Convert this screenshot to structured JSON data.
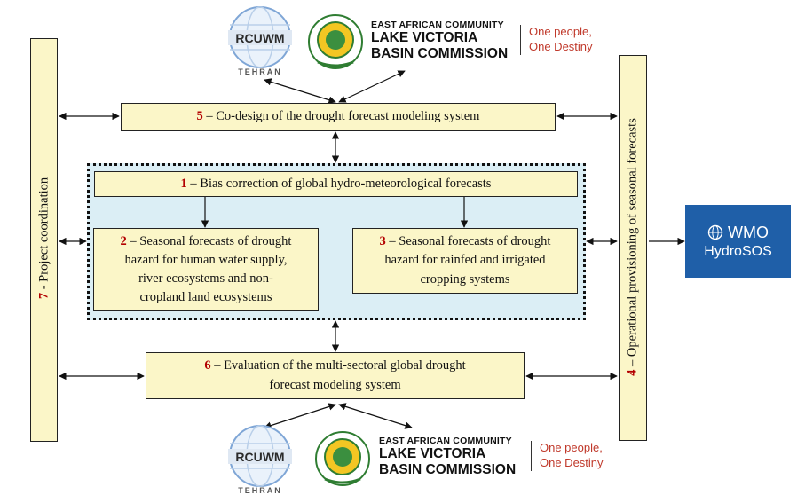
{
  "boxes": {
    "b5": {
      "num": "5",
      "text": " – Co-design of the drought  forecast modeling system"
    },
    "b1": {
      "num": "1",
      "text": " – Bias correction of global hydro-meteorological forecasts"
    },
    "b2": {
      "num": "2",
      "l1": " – Seasonal  forecasts of drought",
      "l2": "hazard  for human  water supply,",
      "l3": "river ecosystems and non-",
      "l4": "cropland land ecosystems"
    },
    "b3": {
      "num": "3",
      "l1": " – Seasonal  forecasts of drought",
      "l2": "hazard  for rainfed and  irrigated",
      "l3": "cropping  systems"
    },
    "b6": {
      "num": "6",
      "l1": " – Evaluation  of the multi-sectoral global drought",
      "l2": "forecast modeling system"
    },
    "b7": {
      "num": "7",
      "text": " - Project coordination"
    },
    "b4": {
      "num": "4",
      "text": " – Operational provisioning  of seasonal forecasts"
    }
  },
  "logos": {
    "rcuwm": {
      "letters": "RCUWM",
      "city": "TEHRAN"
    },
    "eac": {
      "small": "EAST AFRICAN COMMUNITY",
      "line1": "LAKE VICTORIA",
      "line2": "BASIN COMMISSION"
    },
    "motto": {
      "line1": "One people,",
      "line2": "One Destiny"
    },
    "wmo": {
      "line1": "WMO",
      "line2": "HydroSOS"
    }
  },
  "colors": {
    "box_fill": "#fbf6c8",
    "panel_fill": "#dbeef5",
    "number_red": "#b30000",
    "motto_red": "#c0392b",
    "wmo_blue": "#1f5fa8"
  }
}
